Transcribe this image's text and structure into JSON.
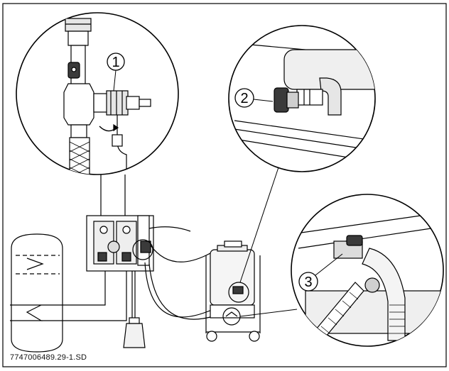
{
  "figure": {
    "callouts": [
      "1",
      "2",
      "3"
    ],
    "document_code": "7747006489.29-1.SD"
  },
  "colors": {
    "line": "#000000",
    "background": "#ffffff",
    "valve_handle": "#3a3a3a",
    "detail_shade": "#d9d9d9"
  }
}
